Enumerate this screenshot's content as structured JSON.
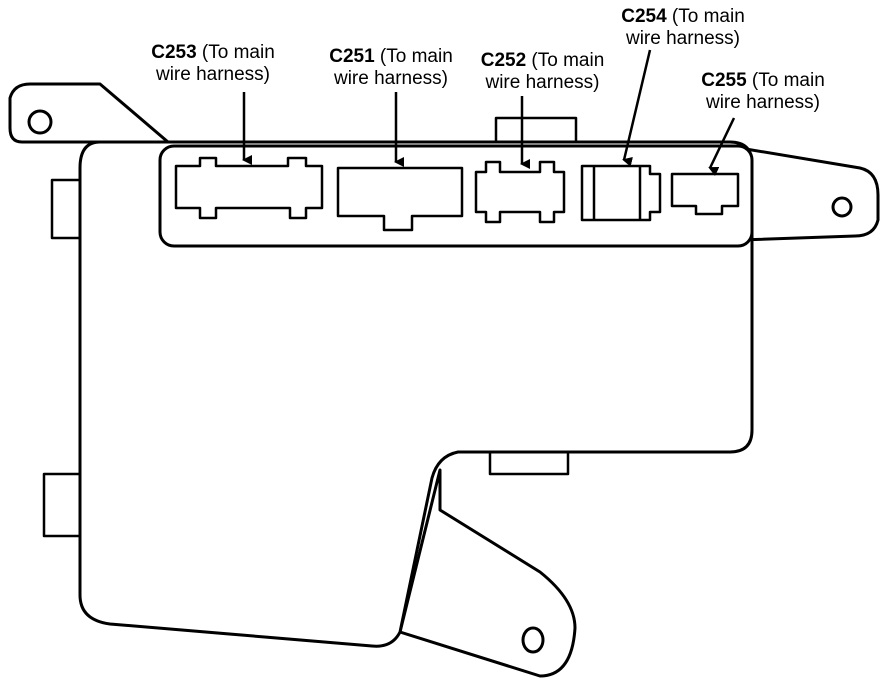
{
  "callouts": [
    {
      "code": "C253",
      "desc_line1": "(To main",
      "desc_line2": "wire harness)"
    },
    {
      "code": "C251",
      "desc_line1": "(To main",
      "desc_line2": "wire harness)"
    },
    {
      "code": "C252",
      "desc_line1": "(To main",
      "desc_line2": "wire harness)"
    },
    {
      "code": "C254",
      "desc_line1": "(To main",
      "desc_line2": "wire harness)"
    },
    {
      "code": "C255",
      "desc_line1": "(To main",
      "desc_line2": "wire harness)"
    }
  ],
  "colors": {
    "line": "#000000",
    "background": "#ffffff"
  }
}
